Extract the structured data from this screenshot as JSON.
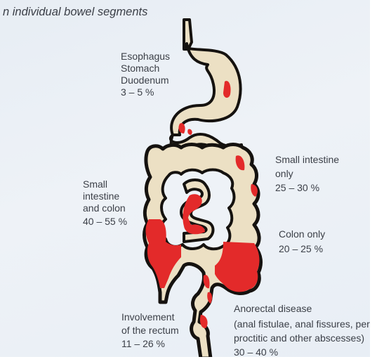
{
  "heading": "n individual bowel segments",
  "labels": {
    "esophagus": {
      "line1": "Esophagus",
      "line2": "Stomach",
      "line3": "Duodenum",
      "value": "3 – 5 %"
    },
    "small_intestine_only": {
      "line1": "Small intestine",
      "line2": "only",
      "value": "25 – 30 %"
    },
    "small_intestine_colon": {
      "line1": "Small",
      "line2": "intestine",
      "line3": "and colon",
      "value": "40 – 55 %"
    },
    "colon_only": {
      "line1": "Colon  only",
      "value": "20 – 25 %"
    },
    "rectum": {
      "line1": "Involvement",
      "line2": "of the rectum",
      "value": "11 – 26 %"
    },
    "anorectal": {
      "line1": "Anorectal disease",
      "line2": "(anal fistulae, anal fissures, per",
      "line3": "proctitic and other abscesses)",
      "value": "30 – 40 %"
    }
  },
  "colors": {
    "tissue": "#ece0c4",
    "outline": "#15120f",
    "disease": "#e32a2a",
    "background": "#eaf0f6",
    "text": "#3b3f47"
  }
}
